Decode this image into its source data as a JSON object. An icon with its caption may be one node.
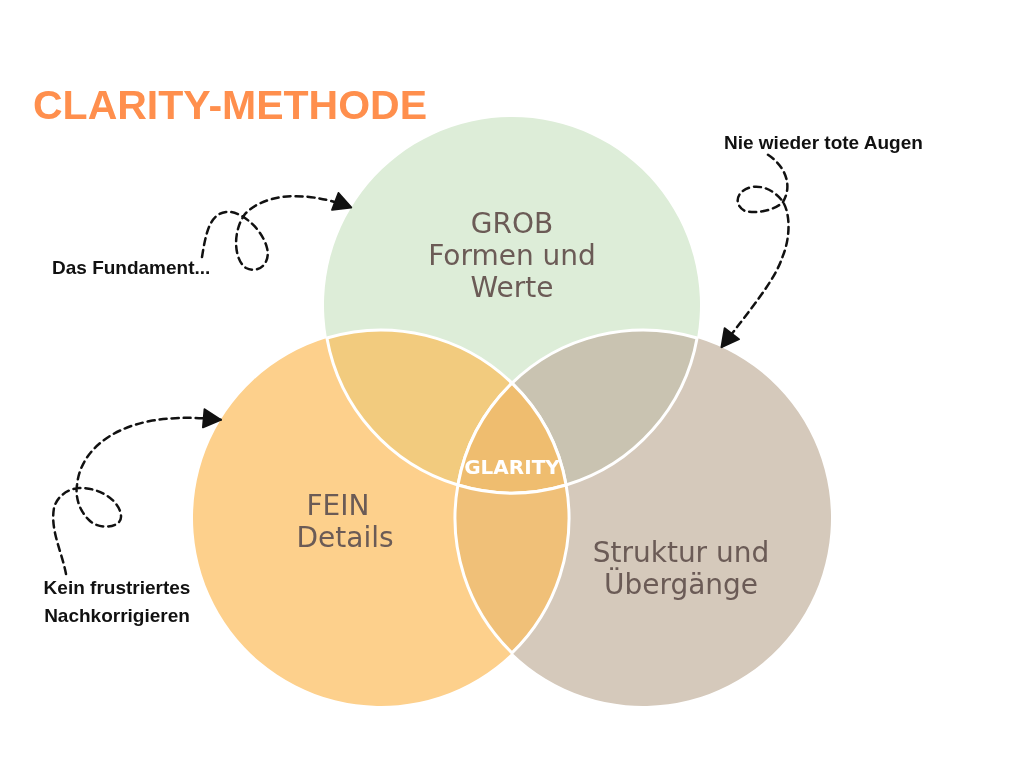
{
  "diagram": {
    "title": "CLARITY-METHODE",
    "nodes": [
      {
        "text": [
          "GROB",
          "Formen und Werte"
        ]
      },
      {
        "text": [
          "Das Fundament..."
        ]
      },
      {
        "text": [
          "Nie wieder tote Augen"
        ]
      },
      {
        "text": [],
        "shape": "lens"
      },
      {
        "text": [],
        "shape": "lens"
      },
      {
        "text": [
          "FEIN",
          "Details"
        ]
      },
      {
        "text": [
          "GLARITY"
        ]
      },
      {
        "text": [],
        "shape": "lens"
      },
      {
        "text": [
          "Struktur und Übergänge"
        ]
      },
      {
        "text": [
          "Kein frustriertes Nachkorrigieren"
        ]
      }
    ],
    "edges": [
      {
        "from": 1,
        "to": 0,
        "arrow": "to",
        "style": "dashed"
      },
      {
        "from": 2,
        "to": 8,
        "arrow": "to",
        "style": "dashed"
      },
      {
        "from": 9,
        "to": 5,
        "arrow": "to",
        "style": "dashed"
      }
    ]
  }
}
